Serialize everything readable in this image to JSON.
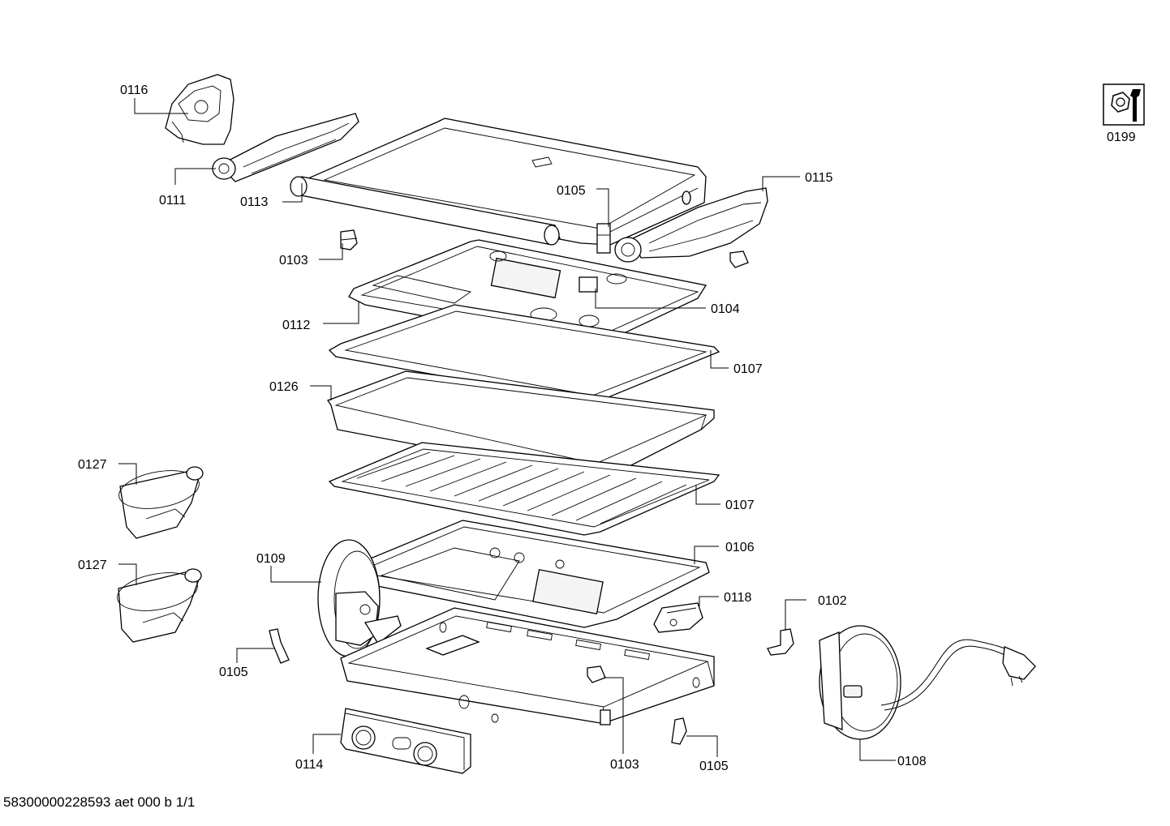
{
  "labels": {
    "l0116": "0116",
    "l0111": "0111",
    "l0113": "0113",
    "l0103a": "0103",
    "l0105a": "0105",
    "l0115": "0115",
    "l0199": "0199",
    "l0104": "0104",
    "l0112": "0112",
    "l0107a": "0107",
    "l0126": "0126",
    "l0107b": "0107",
    "l0127a": "0127",
    "l0127b": "0127",
    "l0109": "0109",
    "l0106": "0106",
    "l0118": "0118",
    "l0102": "0102",
    "l0105b": "0105",
    "l0114": "0114",
    "l0103b": "0103",
    "l0105c": "0105",
    "l0108": "0108"
  },
  "footer": {
    "code": "58300000228593 aet 000 b 1/1"
  },
  "icons": {
    "service": "wrench-nut-icon"
  }
}
